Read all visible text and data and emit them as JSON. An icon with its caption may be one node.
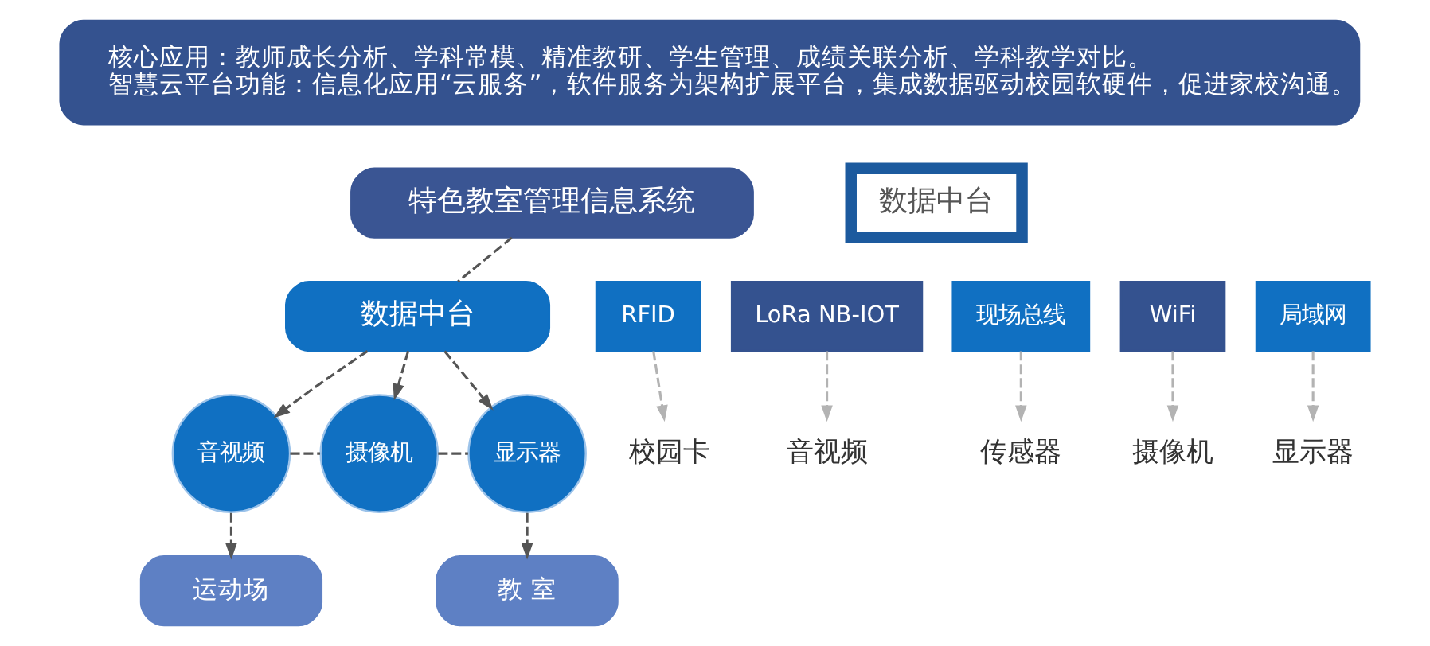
{
  "diagram": {
    "nodes": [
      {
        "text": [
          "核心应用：教师成长分析、学科常模、精准教研、学生管理、成绩关联分析、学科教学对比。",
          "智慧云平台功能：信息化应用“云服务”，软件服务为架构扩展平台，集成数据驱动校园软硬件，促进家校沟通。"
        ]
      },
      {
        "text": [
          "特色教室管理信息系统"
        ]
      },
      {
        "text": [
          "数据中台"
        ]
      },
      {
        "text": [
          "音视频"
        ]
      },
      {
        "text": [
          "摄像机"
        ]
      },
      {
        "text": [
          "显示器"
        ]
      },
      {
        "text": [
          "运动场"
        ]
      },
      {
        "text": [
          "教 室"
        ]
      },
      {
        "text": [
          "数据中台"
        ]
      },
      {
        "text": [
          "RFID"
        ]
      },
      {
        "text": [
          "LoRa NB-IOT"
        ]
      },
      {
        "text": [
          "现场总线"
        ]
      },
      {
        "text": [
          "WiFi"
        ]
      },
      {
        "text": [
          "局域网"
        ]
      },
      {
        "text": [
          "校园卡"
        ]
      },
      {
        "text": [
          "音视频"
        ]
      },
      {
        "text": [
          "传感器"
        ]
      },
      {
        "text": [
          "摄像机"
        ]
      },
      {
        "text": [
          "显示器"
        ]
      }
    ],
    "edges": [
      {
        "from": 1,
        "to": 2,
        "arrow": "none",
        "style": "dashed"
      },
      {
        "from": 2,
        "to": 3,
        "arrow": "to",
        "style": "dashed"
      },
      {
        "from": 2,
        "to": 4,
        "arrow": "to",
        "style": "dashed"
      },
      {
        "from": 2,
        "to": 5,
        "arrow": "to",
        "style": "dashed"
      },
      {
        "from": 3,
        "to": 4,
        "arrow": "none",
        "style": "dashed"
      },
      {
        "from": 4,
        "to": 5,
        "arrow": "none",
        "style": "dashed"
      },
      {
        "from": 3,
        "to": 6,
        "arrow": "to",
        "style": "dashed"
      },
      {
        "from": 5,
        "to": 7,
        "arrow": "to",
        "style": "dashed"
      },
      {
        "from": 9,
        "to": 14,
        "arrow": "to",
        "style": "dashed",
        "color": "#b3b3b3"
      },
      {
        "from": 10,
        "to": 15,
        "arrow": "to",
        "style": "dashed",
        "color": "#b3b3b3"
      },
      {
        "from": 11,
        "to": 16,
        "arrow": "to",
        "style": "dashed",
        "color": "#b3b3b3"
      },
      {
        "from": 12,
        "to": 17,
        "arrow": "to",
        "style": "dashed",
        "color": "#b3b3b3"
      },
      {
        "from": 13,
        "to": 18,
        "arrow": "to",
        "style": "dashed",
        "color": "#b3b3b3"
      }
    ]
  }
}
